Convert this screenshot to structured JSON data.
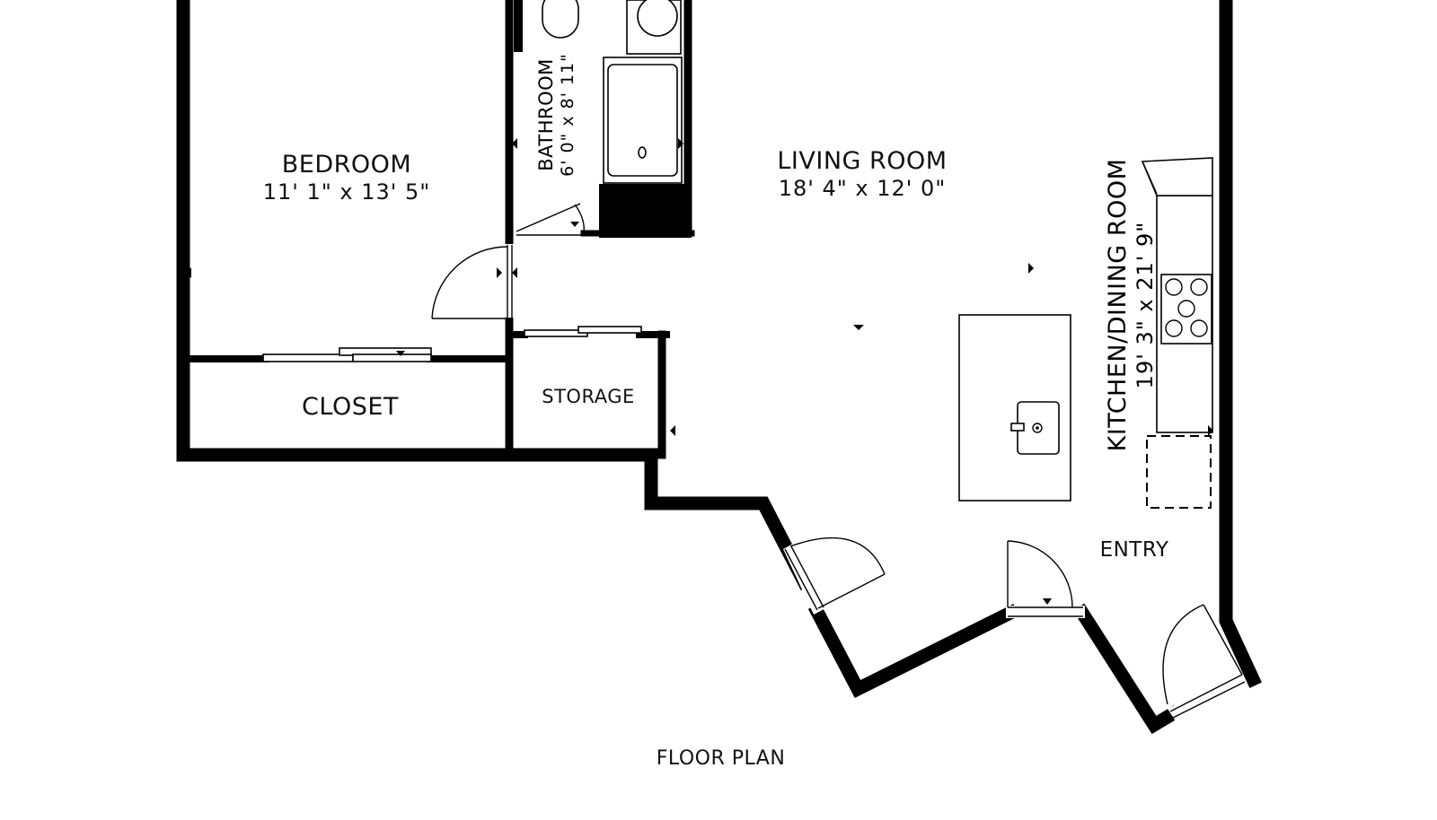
{
  "rooms": {
    "bedroom": {
      "name": "BEDROOM",
      "dims": "11' 1\" x 13' 5\""
    },
    "bathroom": {
      "name": "BATHROOM",
      "dims": "6' 0\" x 8' 11\""
    },
    "living": {
      "name": "LIVING ROOM",
      "dims": "18' 4\" x 12' 0\""
    },
    "kitchen": {
      "name": "KITCHEN/DINING ROOM",
      "dims": "19' 3\" x 21' 9\""
    },
    "closet": {
      "name": "CLOSET"
    },
    "storage": {
      "name": "STORAGE"
    },
    "entry": {
      "name": "ENTRY"
    }
  },
  "caption": "FLOOR PLAN",
  "colors": {
    "wall": "#000000",
    "background": "#ffffff"
  }
}
